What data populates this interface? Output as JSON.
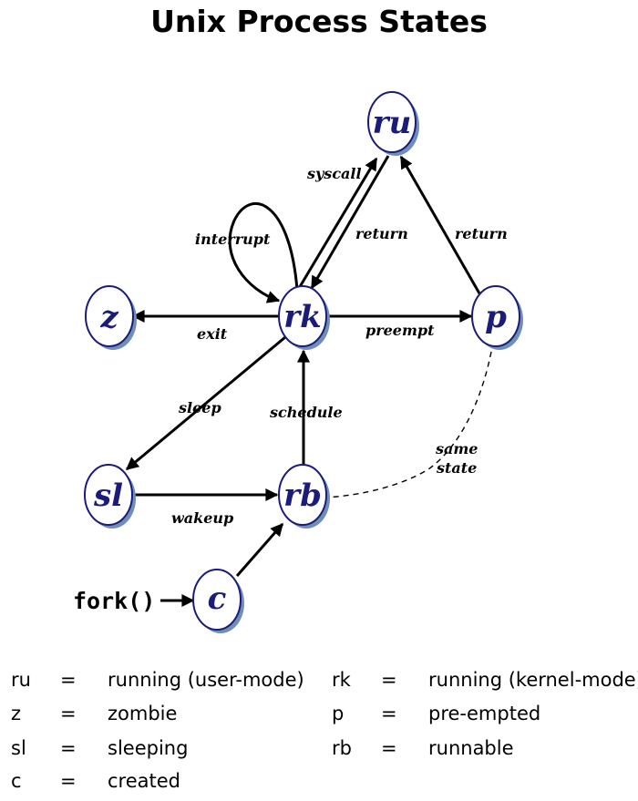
{
  "title": "Unix Process States",
  "nodes": {
    "ru": "ru",
    "rk": "rk",
    "z": "z",
    "p": "p",
    "sl": "sl",
    "rb": "rb",
    "c": "c"
  },
  "edges": {
    "syscall": "syscall",
    "return_rk": "return",
    "return_p": "return",
    "interrupt": "interrupt",
    "exit": "exit",
    "preempt": "preempt",
    "sleep": "sleep",
    "schedule": "schedule",
    "wakeup": "wakeup",
    "same_state_line1": "same",
    "same_state_line2": "state",
    "fork": "fork()"
  },
  "legend": [
    {
      "abbr": "ru",
      "eq": "=",
      "desc": "running (user-mode)"
    },
    {
      "abbr": "rk",
      "eq": "=",
      "desc": "running (kernel-mode)"
    },
    {
      "abbr": "z",
      "eq": "=",
      "desc": "zombie"
    },
    {
      "abbr": "p",
      "eq": "=",
      "desc": "pre-empted"
    },
    {
      "abbr": "sl",
      "eq": "=",
      "desc": "sleeping"
    },
    {
      "abbr": "rb",
      "eq": "=",
      "desc": "runnable"
    },
    {
      "abbr": "c",
      "eq": "=",
      "desc": "created"
    }
  ],
  "colors": {
    "node_fill": "#ffffff",
    "node_border": "#1b1b7a",
    "node_shadow": "#6f8fb8",
    "node_text": "#1b1b7a",
    "edge": "#000000"
  }
}
